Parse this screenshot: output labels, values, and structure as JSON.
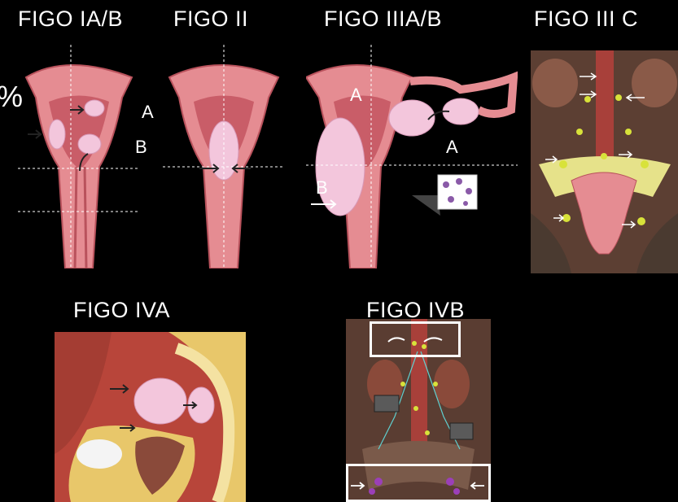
{
  "stages": {
    "ia_b": {
      "title": "FIGO IA/B",
      "label_a": "A",
      "label_b": "B",
      "cut_prefix": "%"
    },
    "ii": {
      "title": "FIGO II"
    },
    "iiia_b": {
      "title": "FIGO IIIA/B",
      "label_a_left": "A",
      "label_a_right": "A",
      "label_b": "B"
    },
    "iiic": {
      "title": "FIGO III C"
    },
    "iva": {
      "title": "FIGO IVA"
    },
    "ivb": {
      "title": "FIGO IVB"
    }
  },
  "colors": {
    "background": "#000000",
    "uterus_wall": "#e58c92",
    "uterus_dark": "#b9525c",
    "tumor": "#f3c6dc",
    "node": "#d8e23a",
    "frame": "#ffffff"
  }
}
